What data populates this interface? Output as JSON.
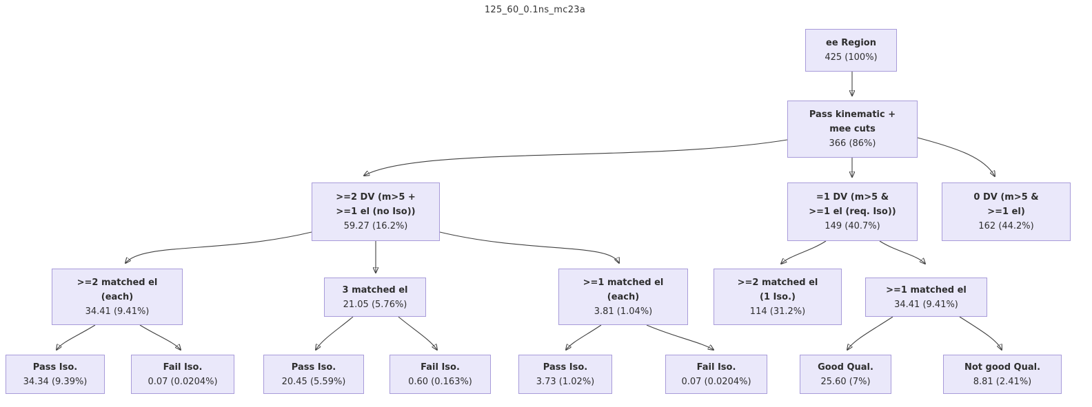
{
  "title": "125_60_0.1ns_mc23a",
  "colors": {
    "node_fill": "#EAE8FA",
    "node_border": "#A79AD9",
    "edge_stroke": "#3f3f3f",
    "text": "#2e2e2e"
  },
  "nodes": {
    "ee_region": {
      "lines": [
        "ee Region"
      ],
      "value": "425 (100%)"
    },
    "pass_kinematic": {
      "lines": [
        "Pass kinematic +",
        "mee cuts"
      ],
      "value": "366 (86%)"
    },
    "dv2": {
      "lines": [
        ">=2 DV (m>5 +",
        ">=1 el (no Iso))"
      ],
      "value": "59.27 (16.2%)"
    },
    "dv1": {
      "lines": [
        "=1 DV (m>5 &",
        ">=1 el (req. Iso))"
      ],
      "value": "149 (40.7%)"
    },
    "dv0": {
      "lines": [
        "0 DV (m>5 &",
        ">=1 el)"
      ],
      "value": "162 (44.2%)"
    },
    "matched2_each": {
      "lines": [
        ">=2 matched el",
        "(each)"
      ],
      "value": "34.41 (9.41%)"
    },
    "matched3": {
      "lines": [
        "3 matched el"
      ],
      "value": "21.05 (5.76%)"
    },
    "matched1_each": {
      "lines": [
        ">=1 matched el",
        "(each)"
      ],
      "value": "3.81 (1.04%)"
    },
    "matched2_iso": {
      "lines": [
        ">=2 matched el",
        "(1 Iso.)"
      ],
      "value": "114 (31.2%)"
    },
    "matched1": {
      "lines": [
        ">=1 matched el"
      ],
      "value": "34.41 (9.41%)"
    },
    "pass_iso_1": {
      "lines": [
        "Pass Iso."
      ],
      "value": "34.34 (9.39%)"
    },
    "fail_iso_1": {
      "lines": [
        "Fail Iso."
      ],
      "value": "0.07 (0.0204%)"
    },
    "pass_iso_2": {
      "lines": [
        "Pass Iso."
      ],
      "value": "20.45 (5.59%)"
    },
    "fail_iso_2": {
      "lines": [
        "Fail Iso."
      ],
      "value": "0.60 (0.163%)"
    },
    "pass_iso_3": {
      "lines": [
        "Pass Iso."
      ],
      "value": "3.73 (1.02%)"
    },
    "fail_iso_3": {
      "lines": [
        "Fail Iso."
      ],
      "value": "0.07 (0.0204%)"
    },
    "good_qual": {
      "lines": [
        "Good Qual."
      ],
      "value": "25.60 (7%)"
    },
    "not_good_qual": {
      "lines": [
        "Not good Qual."
      ],
      "value": "8.81 (2.41%)"
    }
  },
  "edges": [
    {
      "from": "ee_region",
      "to": "pass_kinematic"
    },
    {
      "from": "pass_kinematic",
      "to": "dv2"
    },
    {
      "from": "pass_kinematic",
      "to": "dv1"
    },
    {
      "from": "pass_kinematic",
      "to": "dv0"
    },
    {
      "from": "dv2",
      "to": "matched2_each"
    },
    {
      "from": "dv2",
      "to": "matched3"
    },
    {
      "from": "dv2",
      "to": "matched1_each"
    },
    {
      "from": "dv1",
      "to": "matched2_iso"
    },
    {
      "from": "dv1",
      "to": "matched1"
    },
    {
      "from": "matched2_each",
      "to": "pass_iso_1"
    },
    {
      "from": "matched2_each",
      "to": "fail_iso_1"
    },
    {
      "from": "matched3",
      "to": "pass_iso_2"
    },
    {
      "from": "matched3",
      "to": "fail_iso_2"
    },
    {
      "from": "matched1_each",
      "to": "pass_iso_3"
    },
    {
      "from": "matched1_each",
      "to": "fail_iso_3"
    },
    {
      "from": "matched1",
      "to": "good_qual"
    },
    {
      "from": "matched1",
      "to": "not_good_qual"
    }
  ]
}
